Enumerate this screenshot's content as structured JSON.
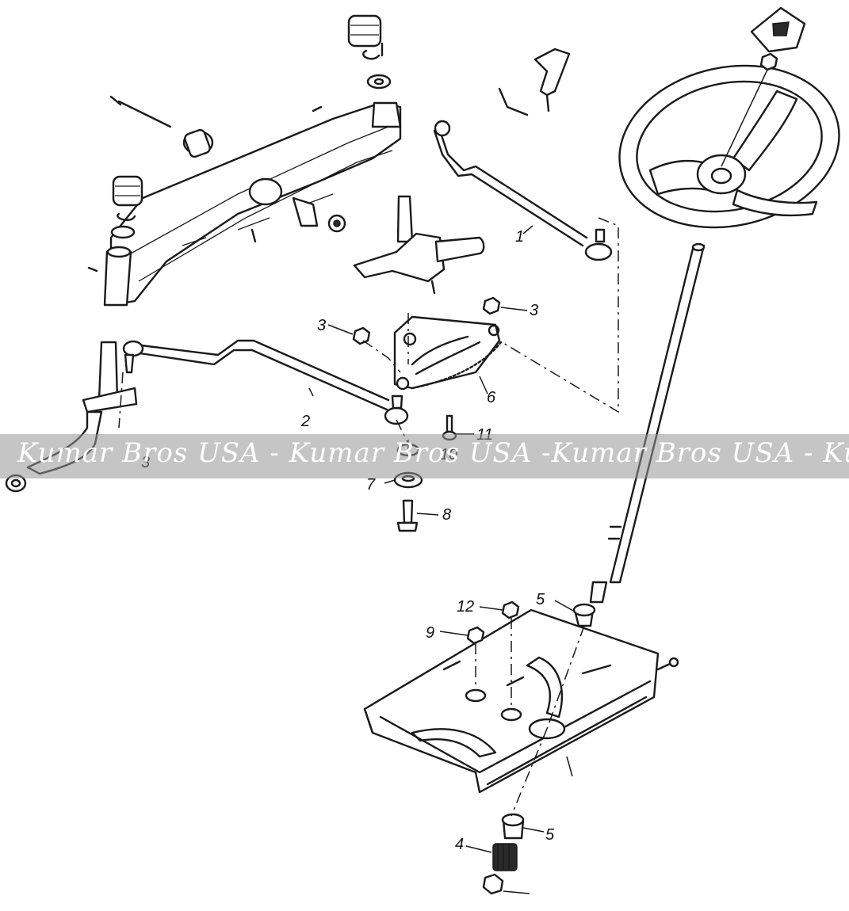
{
  "callouts": {
    "c1": "1",
    "c2": "2",
    "c3a": "3",
    "c3b": "3",
    "c3c": "3",
    "c4": "4",
    "c5a": "5",
    "c5b": "5",
    "c6": "6",
    "c7": "7",
    "c8": "8",
    "c9": "9",
    "c10": "10",
    "c11": "11",
    "c12": "12"
  },
  "watermark": "Kumar Bros USA - Kumar Bros USA -Kumar Bros USA - Kumar Bros USA"
}
